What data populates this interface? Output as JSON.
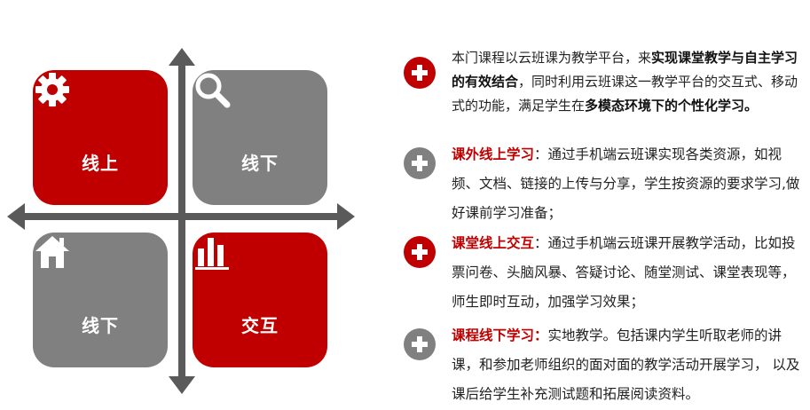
{
  "colors": {
    "red": "#c00000",
    "gray": "#808080",
    "axis": "#5a5a5a"
  },
  "quadrants": [
    {
      "label": "线上",
      "icon": "gear-icon",
      "color": "#c00000"
    },
    {
      "label": "线下",
      "icon": "search-icon",
      "color": "#808080"
    },
    {
      "label": "线下",
      "icon": "home-icon",
      "color": "#808080"
    },
    {
      "label": "交互",
      "icon": "bar-chart-icon",
      "color": "#c00000"
    }
  ],
  "items": [
    {
      "bullet_color": "#c00000",
      "p1": "本门课程以云班课为教学平台，来",
      "b1": "实现课堂教学与自主学习的有效结合",
      "p2": "，同时利用云班课这一教学平台的交互式、移动式的功能，满足学生在",
      "b2": "多模态环境下的个性化学习。"
    },
    {
      "bullet_color": "#808080",
      "title": "课外线上学习",
      "sep": "：",
      "body": "通过手机端云班课实现各类资源，如视频、文档、链接的上传与分享，学生按资源的要求学习,做好课前学习准备；"
    },
    {
      "bullet_color": "#c00000",
      "title": "课堂线上交互",
      "sep": "：",
      "body": "通过手机端云班课开展教学活动，比如投票问卷、头脑风暴、答疑讨论、随堂测试、课堂表现等，师生即时互动，加强学习效果；"
    },
    {
      "bullet_color": "#808080",
      "title": "课程线下学习：",
      "sep": "",
      "body": "实地教学。包括课内学生听取老师的讲课，和参加老师组织的面对面的教学活动开展学习， 以及课后给学生补充测试题和拓展阅读资料。"
    }
  ]
}
